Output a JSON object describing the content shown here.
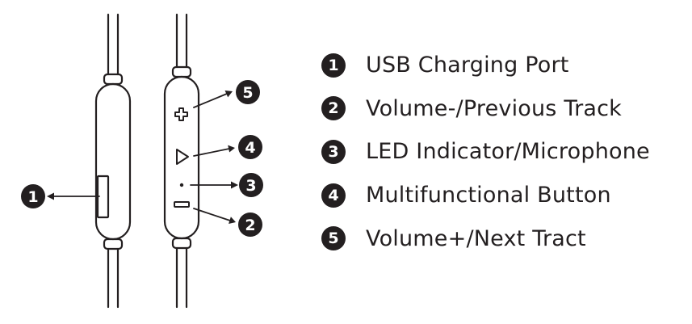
{
  "legend": {
    "items": [
      {
        "number": "1",
        "label": "USB Charging Port"
      },
      {
        "number": "2",
        "label": "Volume-/Previous Track"
      },
      {
        "number": "3",
        "label": "LED Indicator/Microphone"
      },
      {
        "number": "4",
        "label": "Multifunctional Button"
      },
      {
        "number": "5",
        "label": "Volume+/Next Tract"
      }
    ]
  },
  "colors": {
    "ink": "#231f20",
    "background": "#ffffff"
  },
  "icons": [
    "plus-icon",
    "play-icon",
    "microphone-dot-icon",
    "minus-icon",
    "usb-port-icon"
  ]
}
